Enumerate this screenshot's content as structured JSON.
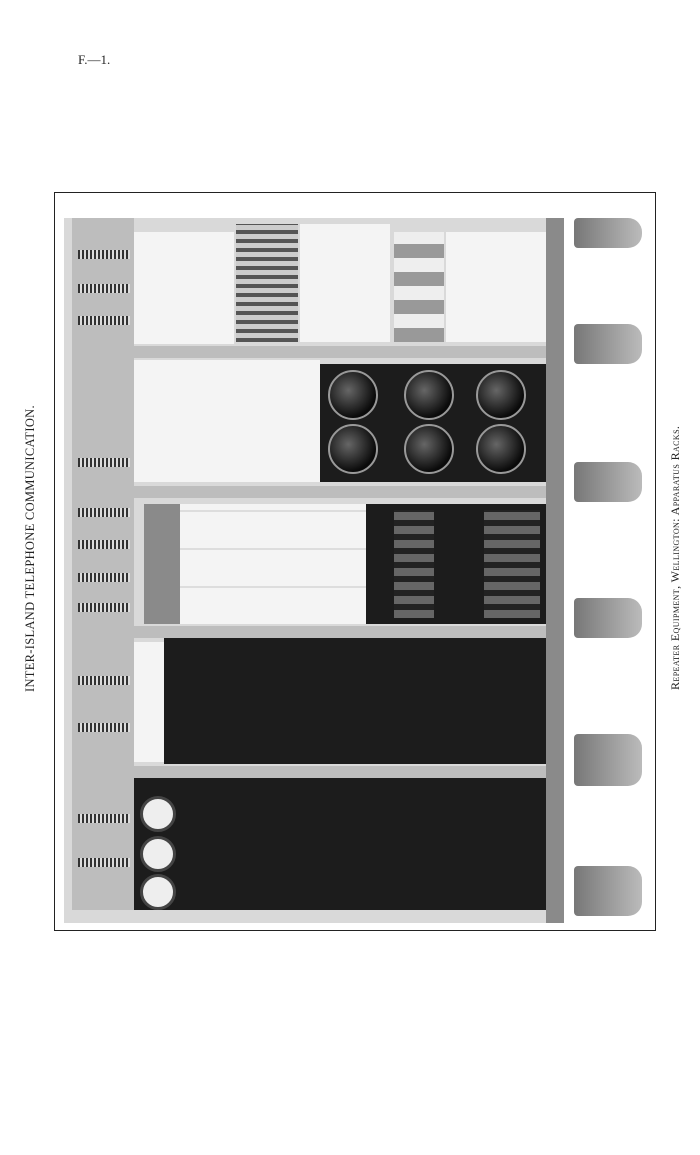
{
  "header": {
    "reference": "F.—1."
  },
  "running_title": "INTER-ISLAND TELEPHONE COMMUNICATION.",
  "figure": {
    "caption": "Repeater Equipment, Wellington: Apparatus Racks."
  }
}
